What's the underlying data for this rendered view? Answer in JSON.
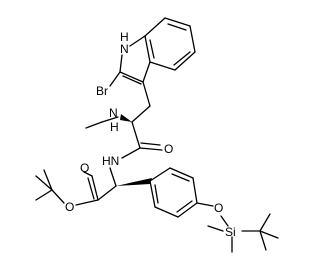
{
  "molecule": {
    "atom_labels": {
      "indole_nh": "H\nN",
      "bromine": "Br",
      "amine_nh": "N\nH",
      "amide_nh": "HN",
      "amide_o": "O",
      "ester_carbonyl_o": "O",
      "ester_o": "O",
      "ether_o": "O",
      "silicon": "Si"
    },
    "text": {
      "hn_top_h": "H",
      "hn_top_n": "N",
      "br": "Br",
      "nh_n": "N",
      "nh_h": "H",
      "hn": "HN",
      "o_amide": "O",
      "o_ester_carbonyl": "O",
      "o_ester": "O",
      "o_ether": "O",
      "si": "Si"
    }
  }
}
